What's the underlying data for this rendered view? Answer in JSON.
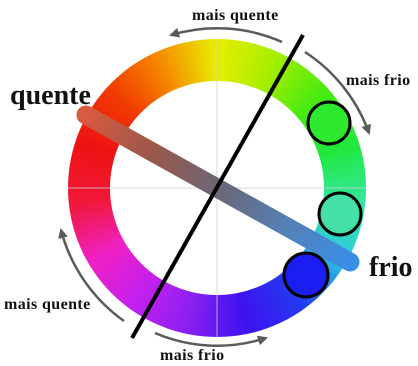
{
  "diagram": {
    "warm_label": "quente",
    "cool_label": "frio",
    "arrows": [
      {
        "label": "mais quente",
        "icon": "arrow-counterclockwise"
      },
      {
        "label": "mais frio",
        "icon": "arrow-clockwise"
      },
      {
        "label": "mais quente",
        "icon": "arrow-clockwise"
      },
      {
        "label": "mais frio",
        "icon": "arrow-counterclockwise"
      }
    ]
  },
  "colors": {
    "wheel": [
      "#e8ee00",
      "#a6ee00",
      "#48ea10",
      "#20e83c",
      "#34e89c",
      "#30c6e2",
      "#2438f0",
      "#3e12f0",
      "#8a20f0",
      "#c420ee",
      "#f020c4",
      "#f01838",
      "#ee1212",
      "#f03a00",
      "#f68a00",
      "#e8ee00"
    ],
    "axis_bar": [
      "#d85a40",
      "#9a584a",
      "#6c6676",
      "#5580b4",
      "#3a8ee6"
    ],
    "highlight_green": "#2eea2e",
    "highlight_teal": "#44e0a8",
    "highlight_blue": "#1a1ef0",
    "highlight_outline": "#000000",
    "divider_line": "#000000",
    "arrow": "#5a5a5a",
    "guide_line": "#cfcfcf"
  }
}
